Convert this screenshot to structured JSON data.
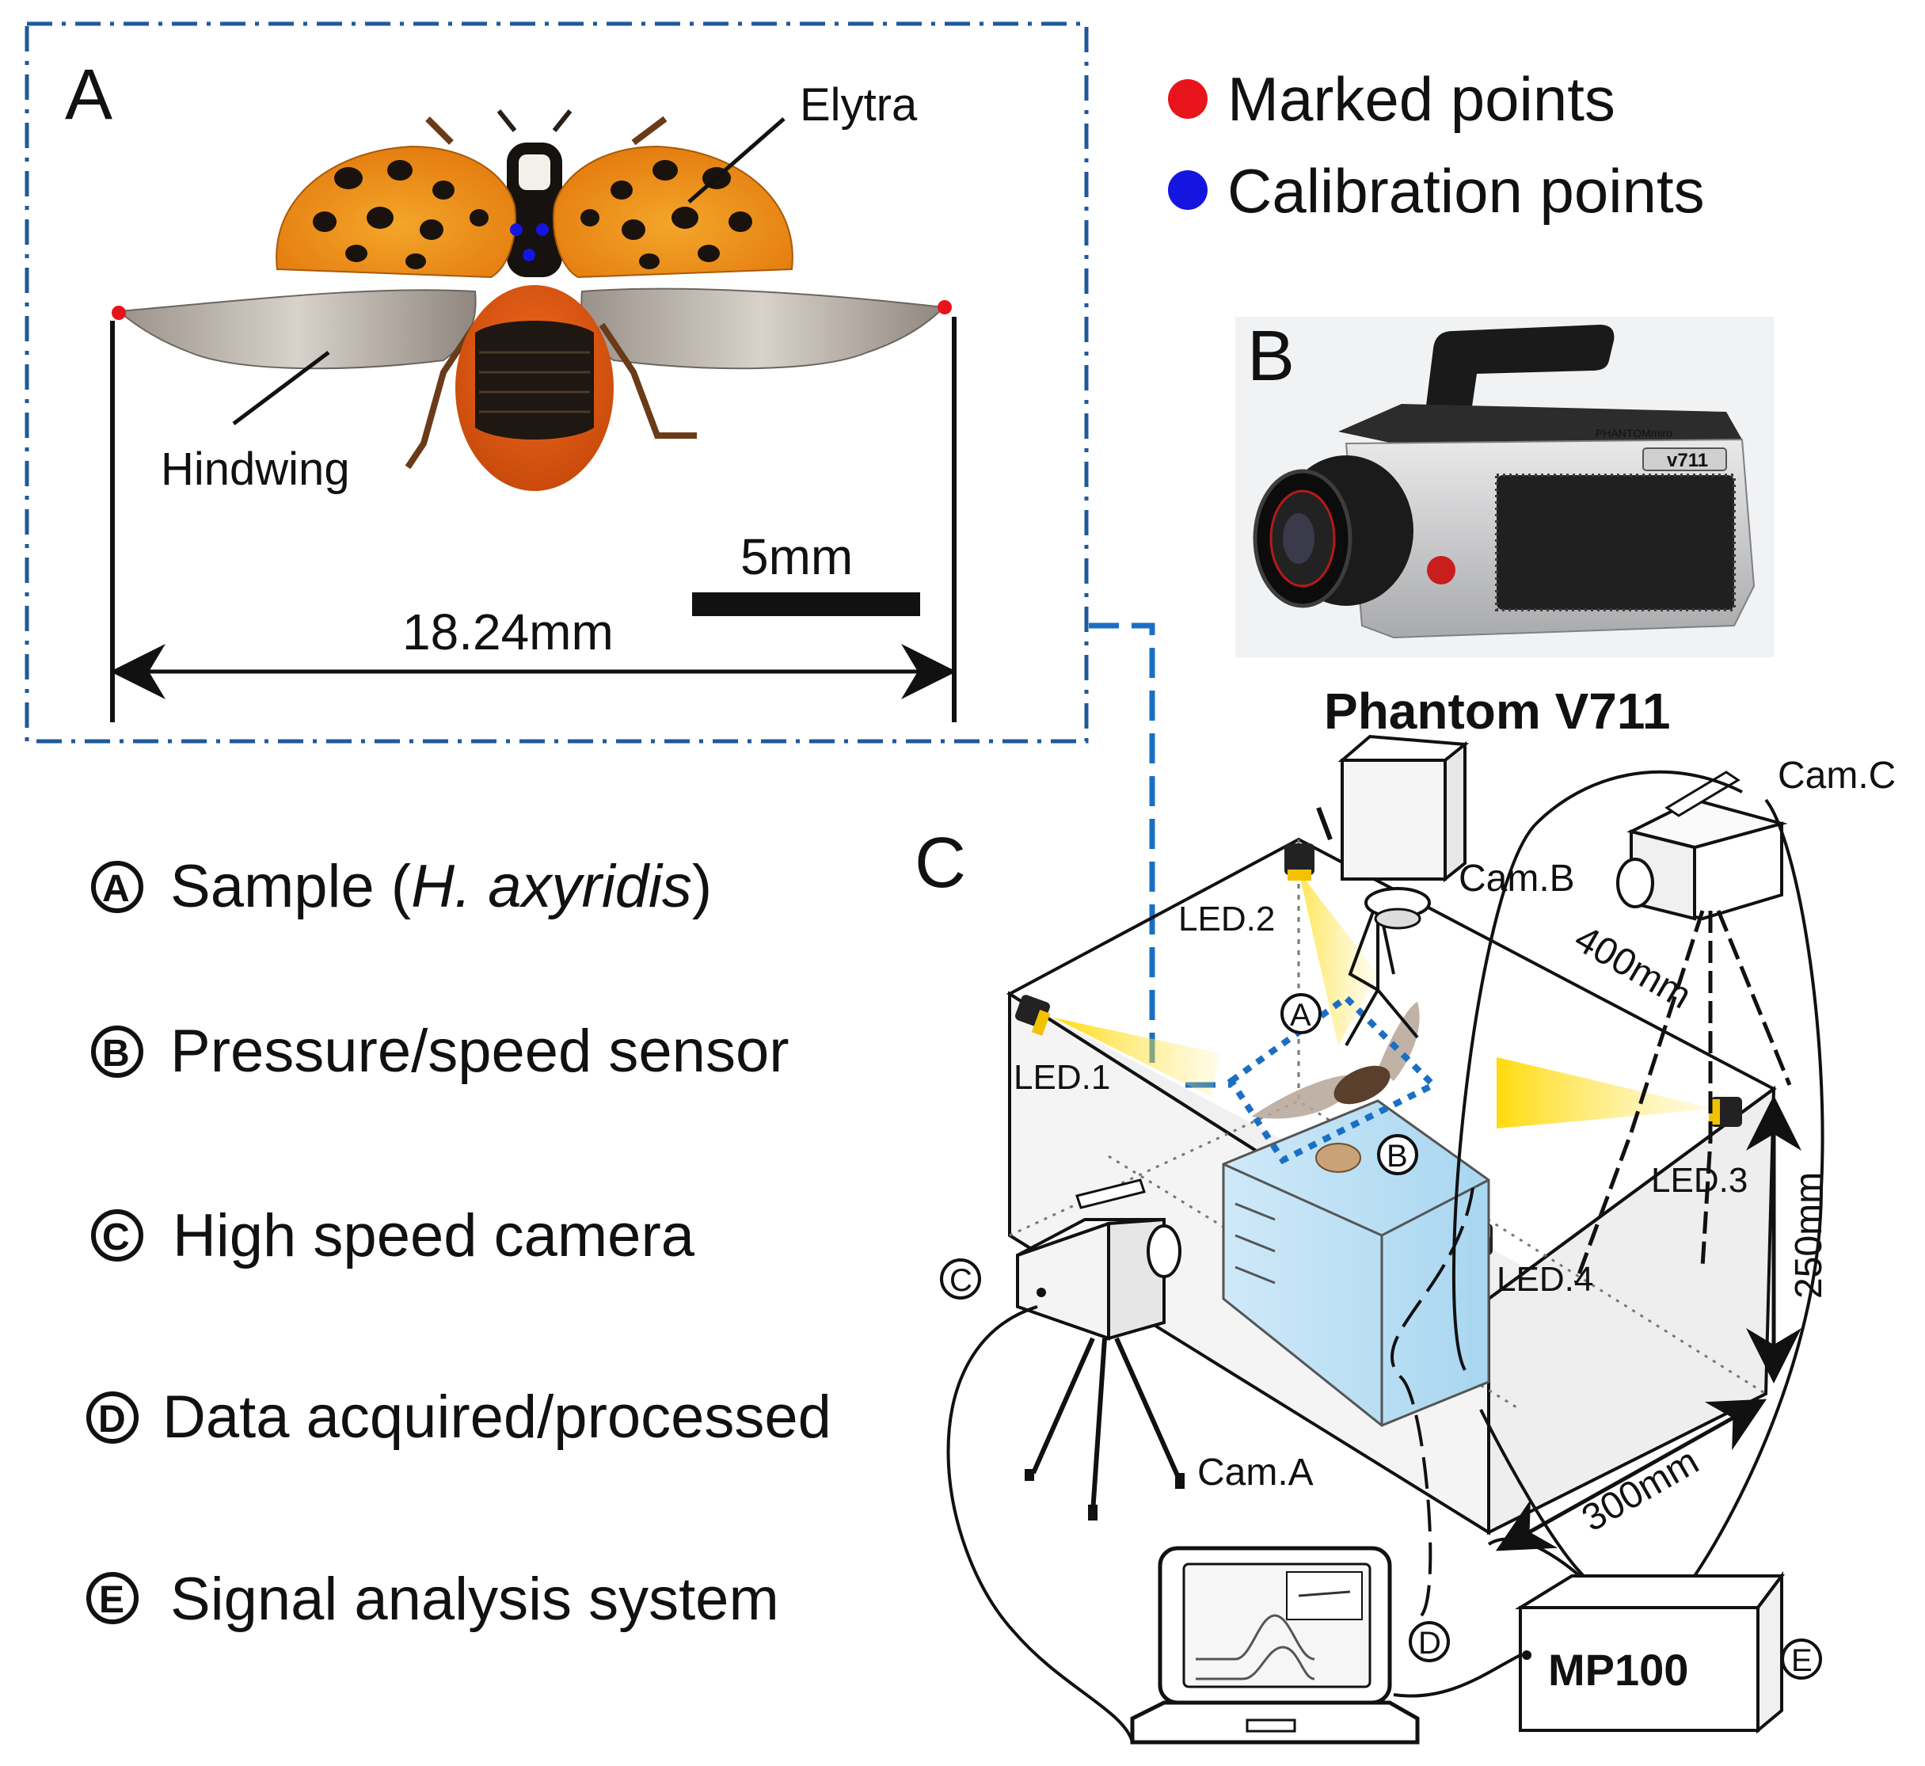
{
  "panel_a": {
    "letter": "A",
    "elytra_label": "Elytra",
    "hindwing_label": "Hindwing",
    "scale_label": "5mm",
    "span_label": "18.24mm"
  },
  "legend": {
    "marked": "Marked points",
    "calibration": "Calibration points",
    "marked_color": "#e8141b",
    "calibration_color": "#1515e0"
  },
  "panel_b": {
    "letter": "B",
    "camera_badge": "v711",
    "camera_brand": "PHANTOMmiro",
    "caption": "Phantom V711"
  },
  "panel_c": {
    "letter": "C",
    "cam_a": "Cam.A",
    "cam_b": "Cam.B",
    "cam_c": "Cam.C",
    "led1": "LED.1",
    "led2": "LED.2",
    "led3": "LED.3",
    "led4": "LED.4",
    "dim_depth": "400mm",
    "dim_width": "300mm",
    "dim_height": "250mm",
    "daq": "MP100",
    "marker_a": "A",
    "marker_b": "B",
    "marker_c": "C",
    "marker_d": "D",
    "marker_e": "E",
    "dashed_connector_color": "#1a6fc4"
  },
  "key": [
    {
      "letter": "A",
      "text_pre": "Sample (",
      "text_italic": "H. axyridis",
      "text_post": ")"
    },
    {
      "letter": "B",
      "text_pre": "Pressure/speed sensor",
      "text_italic": "",
      "text_post": ""
    },
    {
      "letter": "C",
      "text_pre": "High speed camera",
      "text_italic": "",
      "text_post": ""
    },
    {
      "letter": "D",
      "text_pre": "Data acquired/processed",
      "text_italic": "",
      "text_post": ""
    },
    {
      "letter": "E",
      "text_pre": "Signal analysis system",
      "text_italic": "",
      "text_post": ""
    }
  ]
}
